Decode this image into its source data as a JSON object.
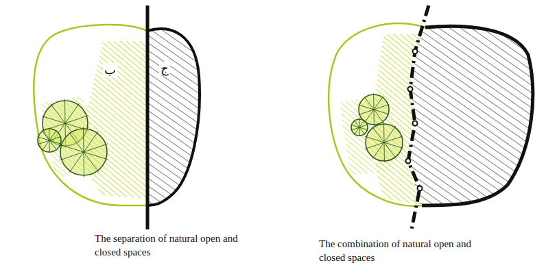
{
  "diagram": {
    "labels": [
      "ب",
      "ج",
      "The separation of natural open and closed spaces",
      "The combination of natural open and closed spaces"
    ]
  }
}
